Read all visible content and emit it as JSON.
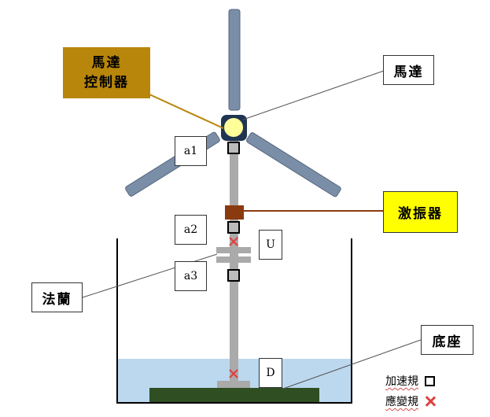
{
  "labels": {
    "motor_controller": "馬達\n控制器",
    "motor": "馬達",
    "exciter": "激振器",
    "flange": "法蘭",
    "base": "底座",
    "a1": "a1",
    "a2": "a2",
    "a3": "a3",
    "u": "U",
    "d": "D"
  },
  "legend": {
    "accelerometer": "加速規",
    "strain_gauge": "應變規"
  },
  "colors": {
    "motor_controller_fill": "#b8860b",
    "exciter_fill": "#ffff00",
    "exciter_body": "#8b3a0f",
    "blade": "#7b8ea8",
    "tower": "#aaaaaa",
    "water": "#bcd8ee",
    "base": "#2f4f22",
    "hub": "#ffff99",
    "strain_mark": "#e04040"
  }
}
